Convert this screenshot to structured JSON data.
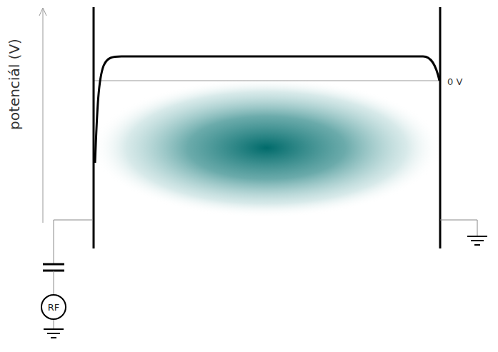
{
  "diagram": {
    "nodes": [
      {
        "text": [
          "RF"
        ]
      }
    ],
    "labels": [
      "potenciál (V)",
      "0 V"
    ]
  }
}
